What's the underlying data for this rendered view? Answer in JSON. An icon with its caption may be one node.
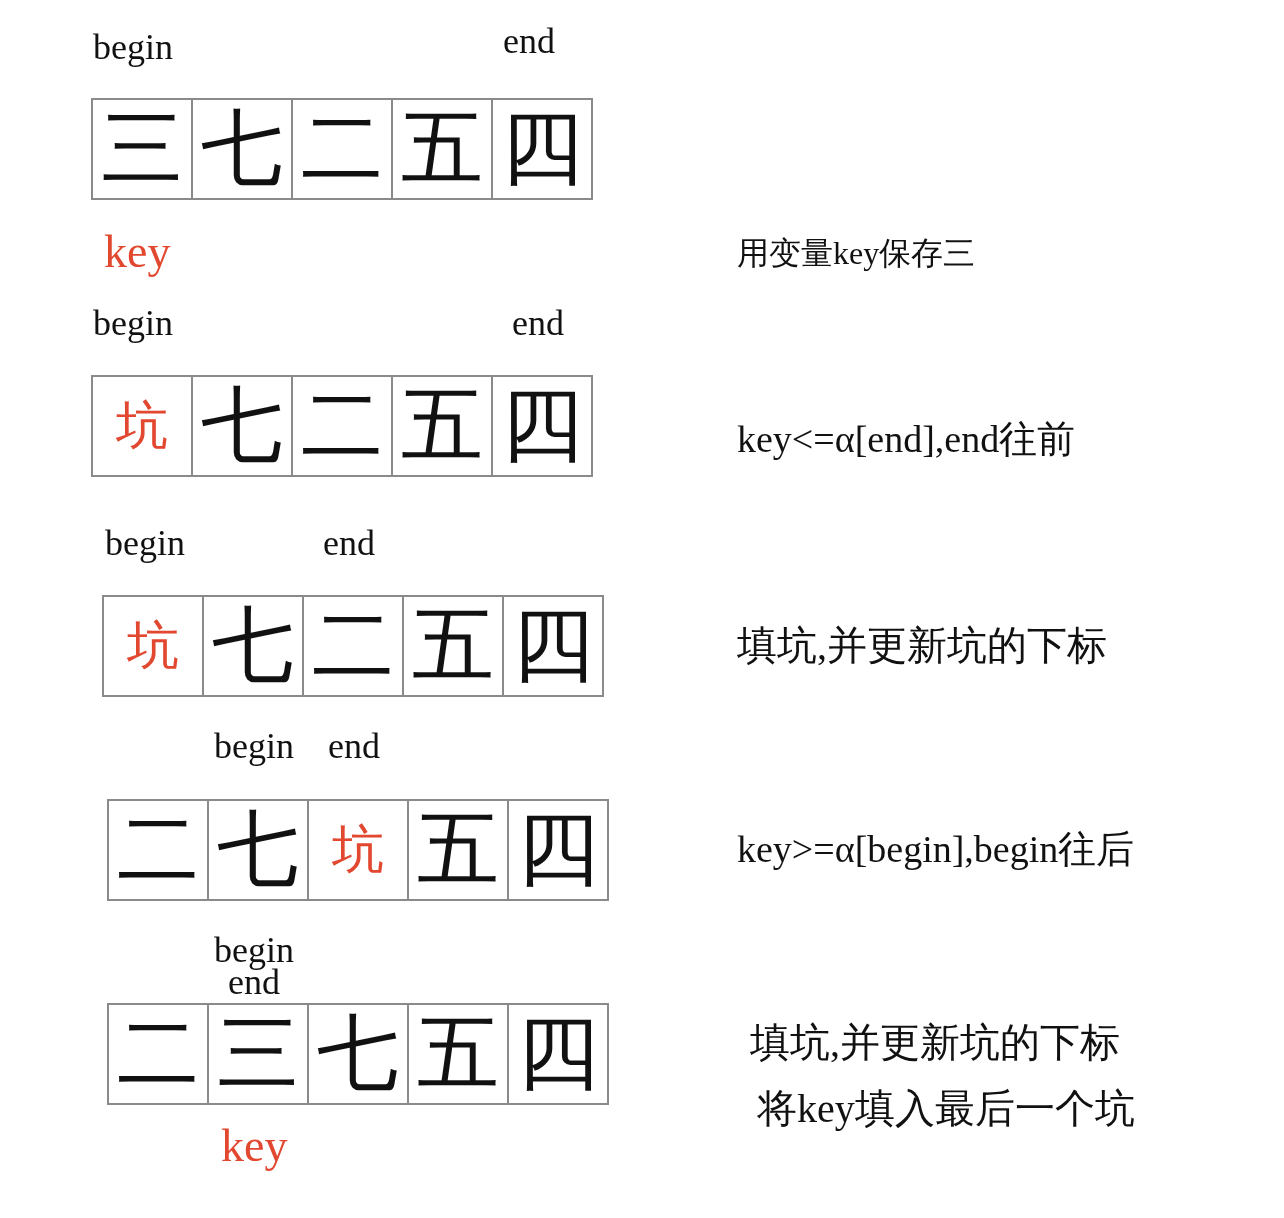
{
  "diagram": {
    "nodes": [
      {
        "text": [
          "三"
        ]
      },
      {
        "text": [
          "七"
        ]
      },
      {
        "text": [
          "二"
        ]
      },
      {
        "text": [
          "五"
        ]
      },
      {
        "text": [
          "四"
        ]
      },
      {
        "text": [
          "坑"
        ]
      },
      {
        "text": [
          "七"
        ]
      },
      {
        "text": [
          "二"
        ]
      },
      {
        "text": [
          "五"
        ]
      },
      {
        "text": [
          "四"
        ]
      },
      {
        "text": [
          "坑"
        ]
      },
      {
        "text": [
          "七"
        ]
      },
      {
        "text": [
          "二"
        ]
      },
      {
        "text": [
          "五"
        ]
      },
      {
        "text": [
          "四"
        ]
      },
      {
        "text": [
          "二"
        ]
      },
      {
        "text": [
          "七"
        ]
      },
      {
        "text": [
          "坑"
        ]
      },
      {
        "text": [
          "五"
        ]
      },
      {
        "text": [
          "四"
        ]
      },
      {
        "text": [
          "二"
        ]
      },
      {
        "text": [
          "三"
        ]
      },
      {
        "text": [
          "七"
        ]
      },
      {
        "text": [
          "五"
        ]
      },
      {
        "text": [
          "四"
        ]
      }
    ],
    "labels": [
      "begin",
      "end",
      "key",
      "用变量key保存三",
      "begin",
      "end",
      "key<=α[end],end往前",
      "begin",
      "end",
      "填坑,并更新坑的下标",
      "begin",
      "end",
      "key>=α[begin],begin往后",
      "begin",
      "end",
      "填坑,并更新坑的下标",
      "将key填入最后一个坑",
      "key"
    ]
  }
}
